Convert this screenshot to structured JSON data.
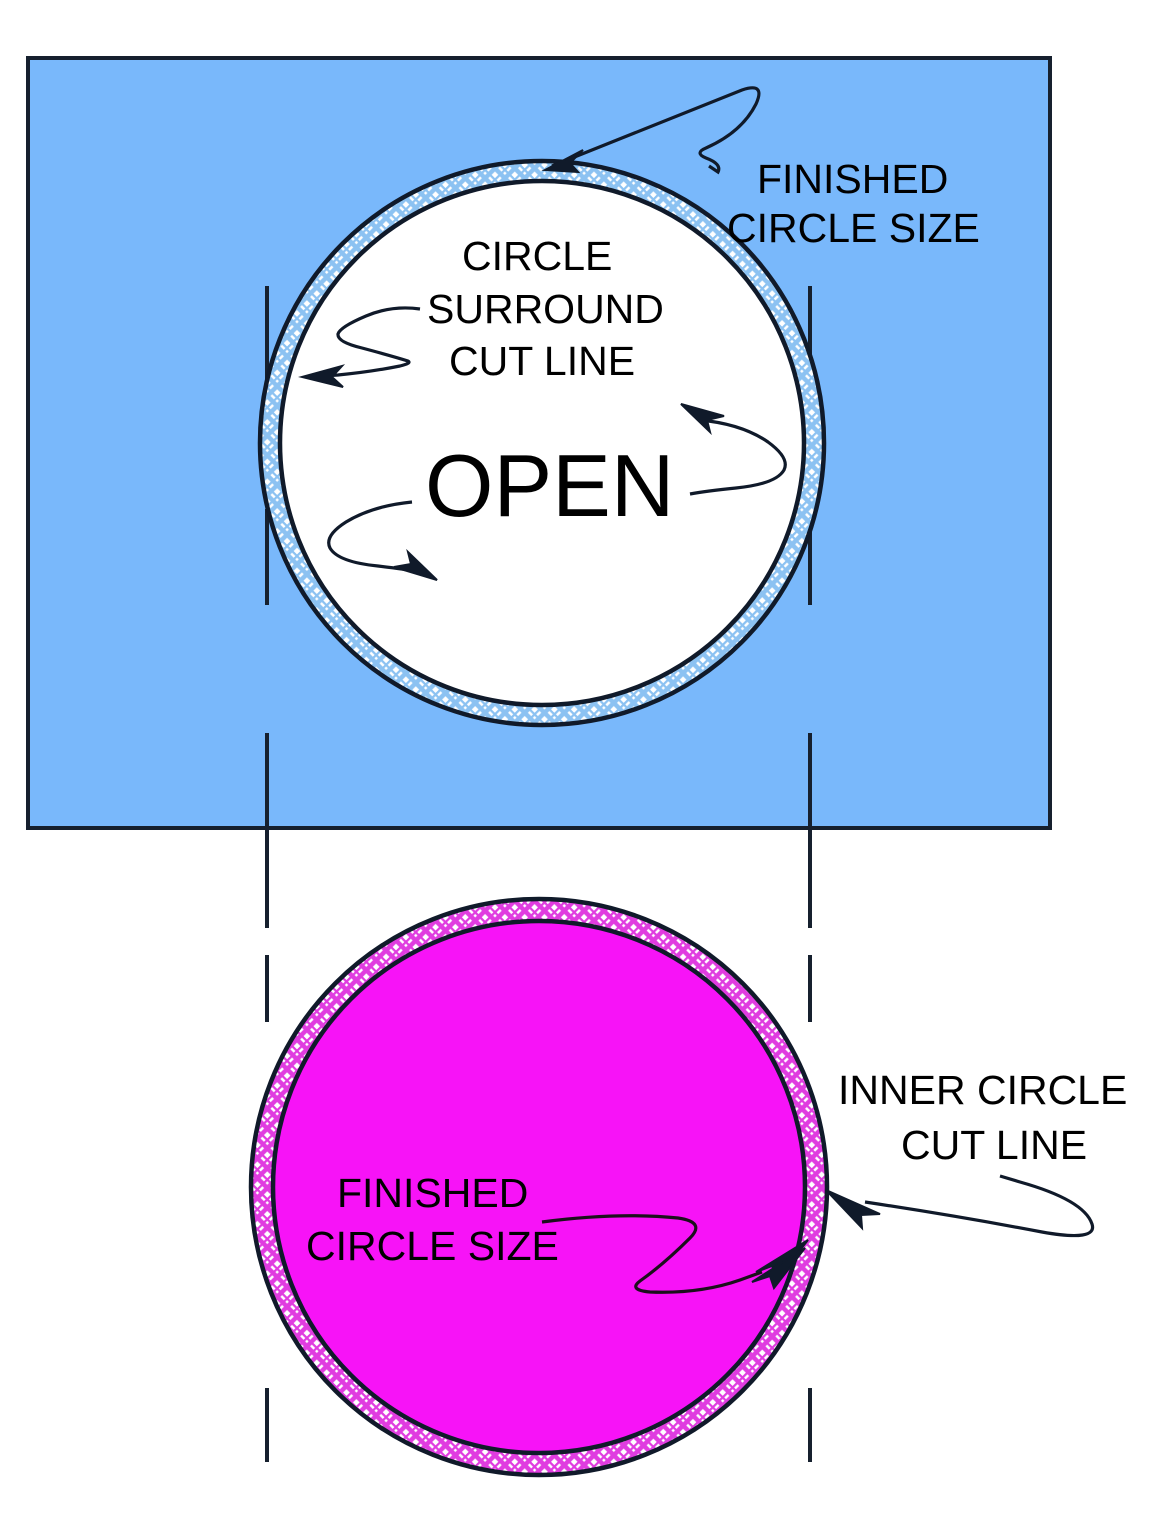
{
  "diagram": {
    "title": "Circle cut-line template diagram",
    "colors": {
      "fabric_blue": "#79b8fb",
      "inner_circle_magenta": "#f713f7",
      "hatch_blue": "#9fcdf5",
      "hatch_magenta": "#e246e2",
      "outline_black": "#101a2a",
      "background_white": "#ffffff"
    },
    "top_panel": {
      "name": "blue-fabric-panel",
      "shape": "rectangle",
      "fill": "#79b8fb",
      "cutout": "open-circle",
      "labels": {
        "finished_circle_size": [
          "FINISHED",
          "CIRCLE SIZE"
        ],
        "circle_surround_cut_line": [
          "CIRCLE",
          "SURROUND",
          "CUT LINE"
        ],
        "open": "OPEN"
      }
    },
    "bottom_panel": {
      "name": "magenta-inner-circle",
      "shape": "circle",
      "fill": "#f713f7",
      "labels": {
        "inner_circle_cut_line": [
          "INNER CIRCLE",
          "CUT LINE"
        ],
        "finished_circle_size": [
          "FINISHED",
          "CIRCLE SIZE"
        ]
      }
    },
    "annotations": [
      {
        "id": "ann-finished-top",
        "text_lines": [
          "FINISHED",
          "CIRCLE SIZE"
        ],
        "points_to": "blue-circle-outer-edge"
      },
      {
        "id": "ann-surround-cut",
        "text_lines": [
          "CIRCLE",
          "SURROUND",
          "CUT LINE"
        ],
        "points_to": "blue-ring-hatch"
      },
      {
        "id": "ann-open",
        "text_lines": [
          "OPEN"
        ],
        "points_to": "blue-circle-interior"
      },
      {
        "id": "ann-inner-cut",
        "text_lines": [
          "INNER CIRCLE",
          "CUT LINE"
        ],
        "points_to": "magenta-ring-hatch"
      },
      {
        "id": "ann-finished-bottom",
        "text_lines": [
          "FINISHED",
          "CIRCLE SIZE"
        ],
        "points_to": "magenta-circle-edge"
      }
    ],
    "guides": {
      "name": "vertical-alignment-dashed-lines",
      "count": 2,
      "style": "dashed"
    }
  }
}
